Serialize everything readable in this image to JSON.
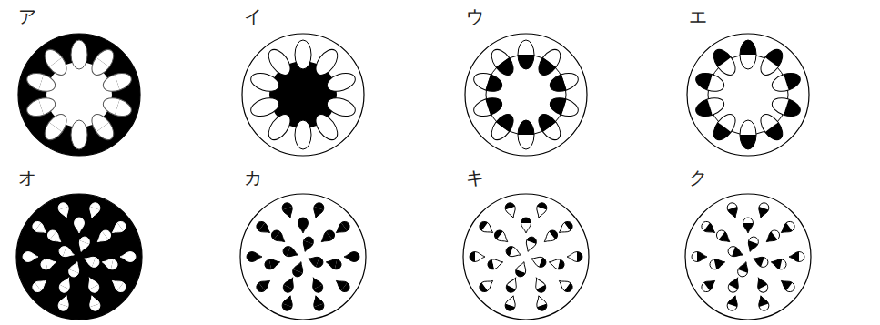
{
  "diagram": {
    "labels": [
      "ア",
      "イ",
      "ウ",
      "エ",
      "オ",
      "カ",
      "キ",
      "ク"
    ]
  }
}
